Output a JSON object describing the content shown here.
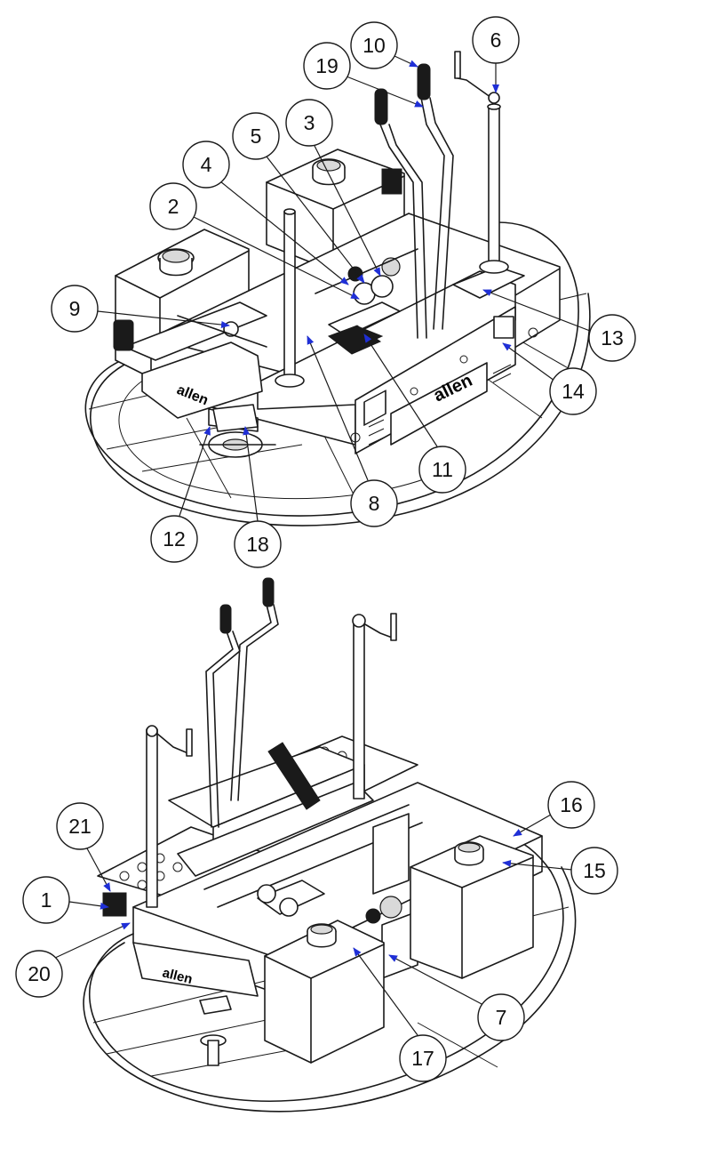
{
  "colors": {
    "line": "#1a1a1a",
    "arrow": "#1f2fd6",
    "background": "#ffffff"
  },
  "views": {
    "top": {
      "callouts": [
        {
          "label": "10"
        },
        {
          "label": "6"
        },
        {
          "label": "19"
        },
        {
          "label": "3"
        },
        {
          "label": "5"
        },
        {
          "label": "4"
        },
        {
          "label": "2"
        },
        {
          "label": "9"
        },
        {
          "label": "13"
        },
        {
          "label": "14"
        },
        {
          "label": "11"
        },
        {
          "label": "8"
        },
        {
          "label": "12"
        },
        {
          "label": "18"
        }
      ],
      "logos": {
        "panel": "allen",
        "side": "allen"
      }
    },
    "bottom": {
      "callouts": [
        {
          "label": "21"
        },
        {
          "label": "16"
        },
        {
          "label": "1"
        },
        {
          "label": "15"
        },
        {
          "label": "20"
        },
        {
          "label": "7"
        },
        {
          "label": "17"
        }
      ],
      "logos": {
        "side": "allen"
      }
    }
  }
}
